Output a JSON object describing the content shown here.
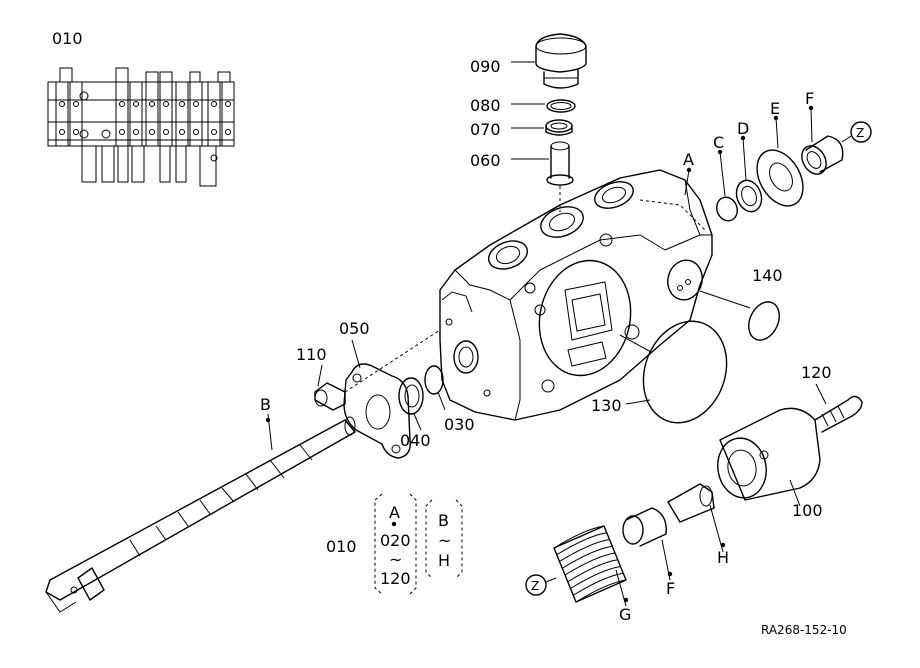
{
  "labels": {
    "assembly": "010",
    "p090": "090",
    "p080": "080",
    "p070": "070",
    "p060": "060",
    "pA": "A",
    "pC": "C",
    "pD": "D",
    "pE": "E",
    "pF": "F",
    "pZ": "Z",
    "p140": "140",
    "p050": "050",
    "p110": "110",
    "p030": "030",
    "p040": "040",
    "p130": "130",
    "pB": "B",
    "p120": "120",
    "p100": "100",
    "pH": "H",
    "pF2": "F",
    "pG": "G",
    "pZ2": "Z"
  },
  "legend": {
    "assembly": "010",
    "group1_top": "A",
    "group1_mid": "020",
    "group1_tilde": "~",
    "group1_bottom": "120",
    "group2_top": "B",
    "group2_tilde": "~",
    "group2_bottom": "H"
  },
  "drawing_code": "RA268-152-10"
}
